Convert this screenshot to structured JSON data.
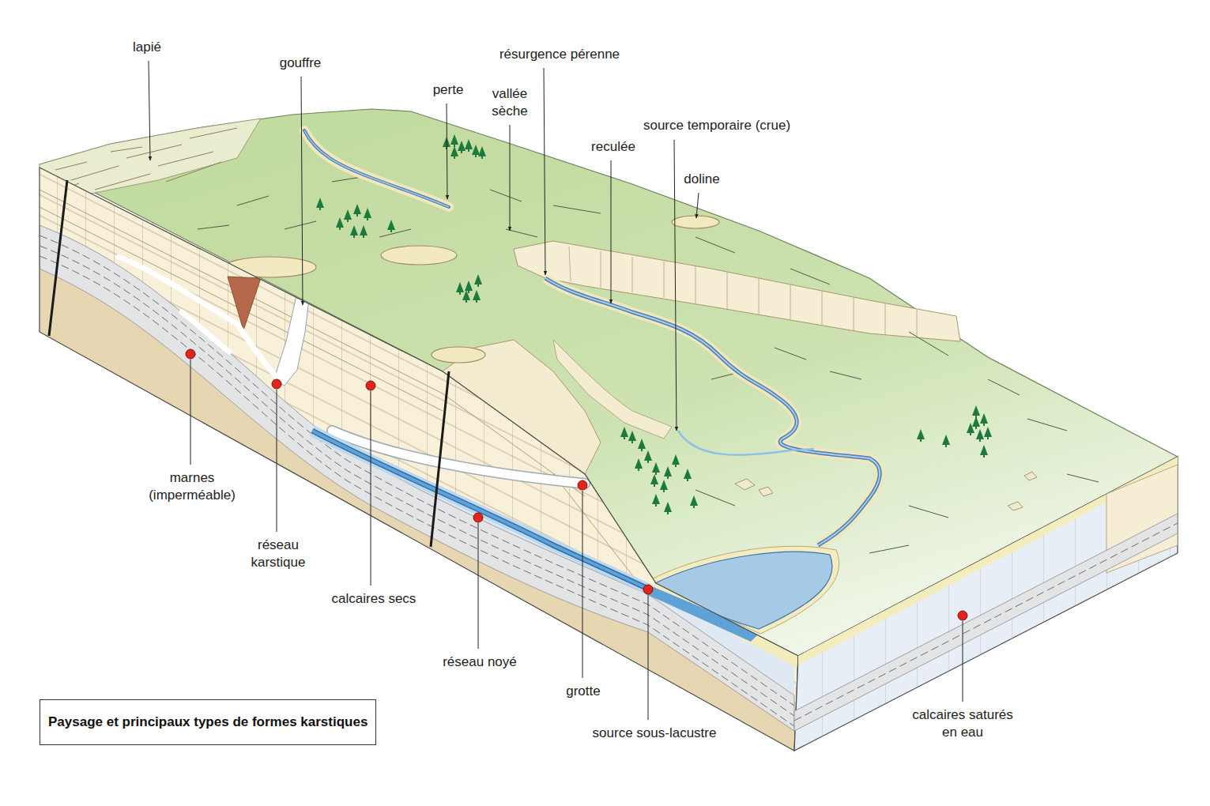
{
  "diagram": {
    "title": "Paysage et principaux types de formes karstiques",
    "labels": [
      "lapié",
      "gouffre",
      "résurgence pérenne",
      "perte",
      "vallée sèche",
      "source temporaire (crue)",
      "reculée",
      "doline",
      "marnes (imperméable)",
      "réseau karstique",
      "calcaires secs",
      "réseau noyé",
      "grotte",
      "source sous-lacustre",
      "calcaires saturés en eau"
    ]
  }
}
